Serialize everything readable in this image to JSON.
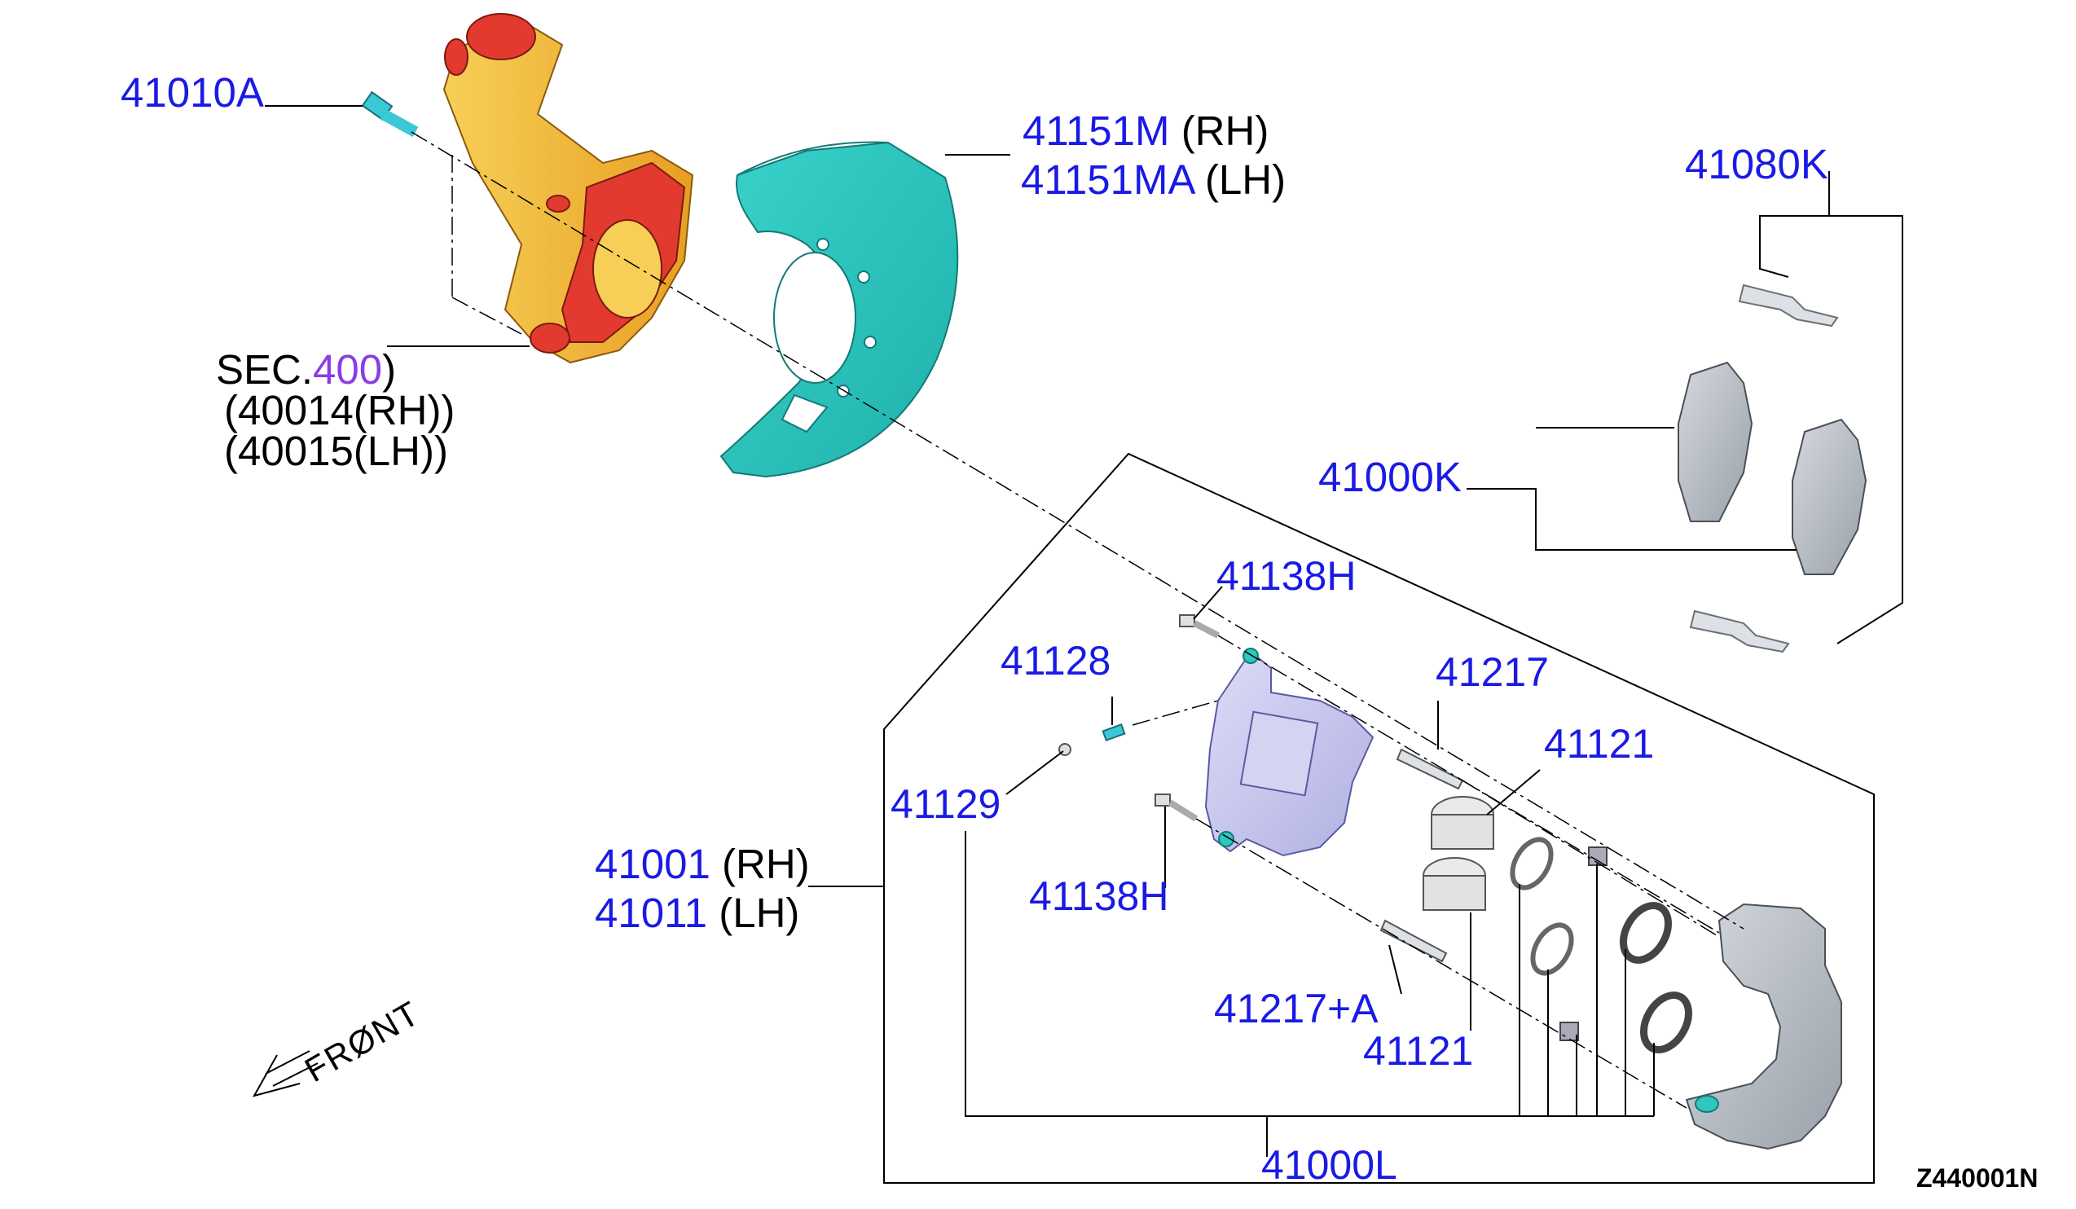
{
  "colors": {
    "part_number": "#1a1ae6",
    "section_link": "#8a3ce6",
    "knuckle_yellow": "#f2b632",
    "knuckle_red": "#e23a2f",
    "dust_shield": "#2fc7c0",
    "caliper_lavender": "#c9c9ee",
    "bracket_grey": "#b7bcc4",
    "pad_grey": "#9aa0a6"
  },
  "callouts": {
    "bolt_41010a": {
      "num": "41010A"
    },
    "shield_rh": {
      "num": "41151M",
      "side": "(RH)"
    },
    "shield_lh": {
      "num": "41151MA",
      "side": "(LH)"
    },
    "pad_spring_41080k": {
      "num": "41080K"
    },
    "pad_kit_41000k": {
      "num": "41000K"
    },
    "knuckle_sec": {
      "prefix": "SEC.",
      "link": "400",
      "suffix": ")",
      "rh": "(40014(RH))",
      "lh": "(40015(LH))"
    },
    "bolt_41138h_top": {
      "num": "41138H"
    },
    "bleeder_41128": {
      "num": "41128"
    },
    "pin_41217": {
      "num": "41217"
    },
    "piston_41121_top": {
      "num": "41121"
    },
    "cap_41129": {
      "num": "41129"
    },
    "caliper_rh": {
      "num": "41001",
      "side": "(RH)"
    },
    "caliper_lh": {
      "num": "41011",
      "side": "(LH)"
    },
    "bolt_41138h_bottom": {
      "num": "41138H"
    },
    "pin_41217a": {
      "num": "41217+A"
    },
    "piston_41121_bottom": {
      "num": "41121"
    },
    "seal_kit_41000l": {
      "num": "41000L"
    }
  },
  "front_label": "FRØNT",
  "drawing_code": "Z440001N"
}
